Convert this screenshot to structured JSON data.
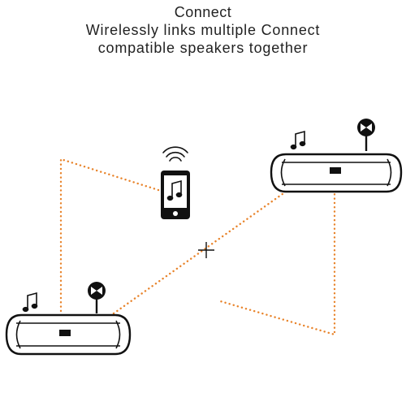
{
  "header": {
    "title": "Connect",
    "line1": "Wirelessly links multiple Connect",
    "line2": "compatible speakers together"
  },
  "colors": {
    "link": "#e8832a",
    "stroke": "#111111",
    "background": "#ffffff"
  },
  "icons": {
    "phone": "smartphone-icon",
    "wifi": "wifi-icon",
    "note": "music-note-icon",
    "connect": "connect-icon",
    "plus": "plus-icon",
    "speaker": "speaker-icon"
  }
}
